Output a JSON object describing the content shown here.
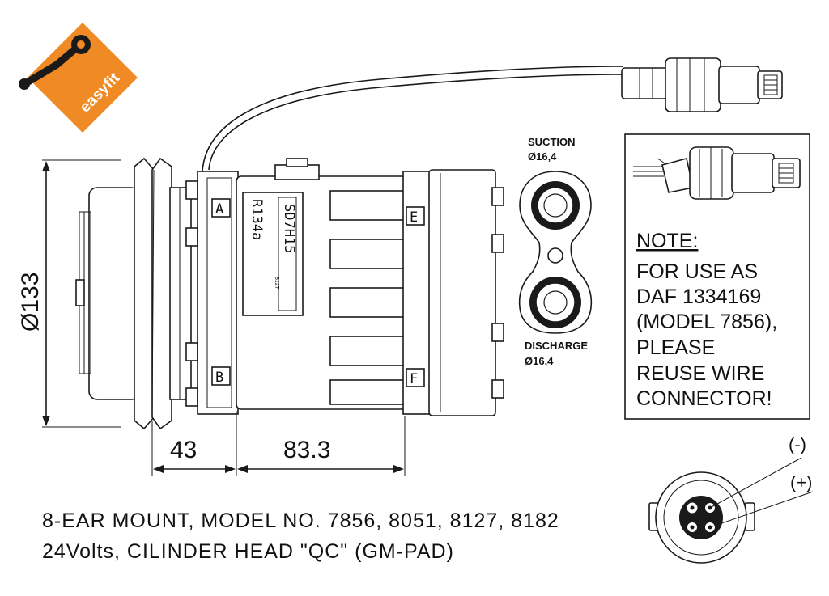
{
  "logo": {
    "text": "easyfit",
    "color": "#f08a24"
  },
  "dimensions": {
    "diameter": "Ø133",
    "width_a": "43",
    "width_b": "83.3"
  },
  "compressor": {
    "model_plate": "SD7H15",
    "refrigerant": "R134a",
    "plate_code": "8127",
    "port_a": "A",
    "port_b": "B",
    "port_e": "E",
    "port_f": "F"
  },
  "ports": {
    "suction_label": "SUCTION",
    "suction_size": "Ø16,4",
    "discharge_label": "DISCHARGE",
    "discharge_size": "Ø16,4"
  },
  "note": {
    "heading": "NOTE:",
    "lines": [
      "FOR USE AS",
      "DAF 1334169",
      "(MODEL 7856),",
      "PLEASE",
      "REUSE WIRE",
      "CONNECTOR!"
    ]
  },
  "connector": {
    "minus": "(-)",
    "plus": "(+)"
  },
  "caption": {
    "line1": "8-EAR MOUNT, MODEL NO. 7856, 8051, 8127, 8182",
    "line2": "24Volts, CILINDER HEAD \"QC\" (GM-PAD)"
  }
}
